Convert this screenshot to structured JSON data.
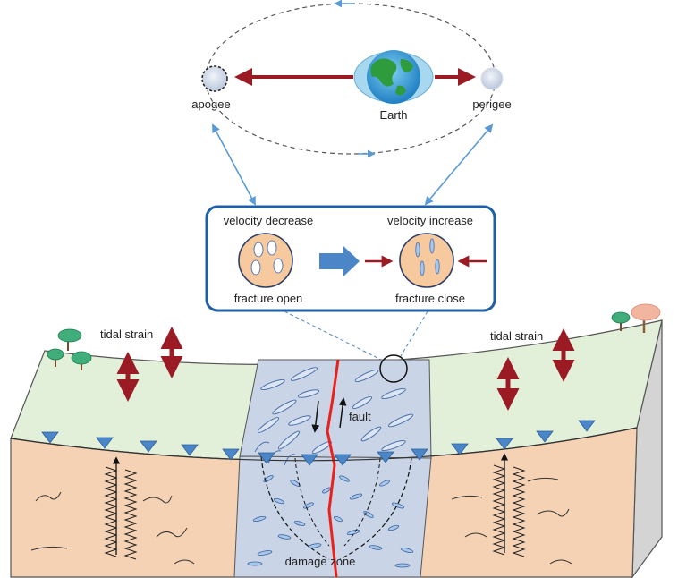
{
  "orbit": {
    "left_label": "apogee",
    "center_label": "Earth",
    "right_label": "perigee"
  },
  "inset": {
    "left_title": "velocity decrease",
    "right_title": "velocity increase",
    "left_caption": "fracture open",
    "right_caption": "fracture close"
  },
  "block": {
    "left_tidal_label": "tidal strain",
    "right_tidal_label": "tidal strain",
    "fault_label": "fault",
    "damage_label": "damage zone"
  },
  "colors": {
    "orbit_arrow": "#5b9bd5",
    "tidal_arrow": "#9b1b24",
    "fault_line": "#e8211c",
    "ground_surface": "#e3f0d9",
    "subsurface": "#f5d2b4",
    "damage_zone": "#c9d4e6",
    "water_table": "#4a86c8",
    "moon": "#ccd6e6"
  },
  "icons": [
    "earth-icon",
    "moon-icon",
    "tree-icon",
    "water-table-marker-icon"
  ]
}
